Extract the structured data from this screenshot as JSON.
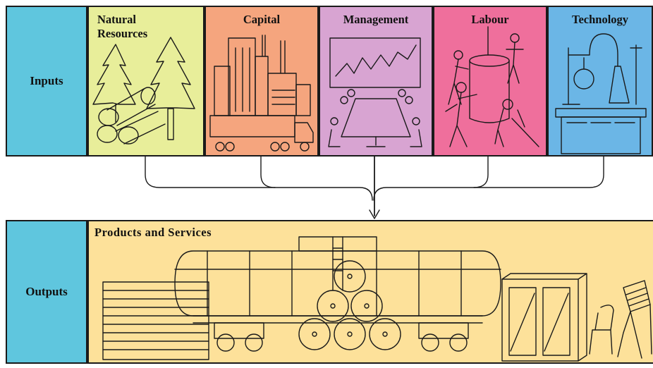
{
  "inputs": {
    "label": "Inputs",
    "items": [
      {
        "title": "Natural Resources",
        "color": "#e8ee9a",
        "icon": "trees-and-logs"
      },
      {
        "title": "Capital",
        "color": "#f5a57e",
        "icon": "factory-and-truck"
      },
      {
        "title": "Management",
        "color": "#d8a4d2",
        "icon": "meeting-with-chart"
      },
      {
        "title": "Labour",
        "color": "#ef6f9c",
        "icon": "workers-at-tank"
      },
      {
        "title": "Technology",
        "color": "#6bb6e6",
        "icon": "lab-equipment"
      }
    ]
  },
  "outputs": {
    "label": "Outputs",
    "title": "Products and Services",
    "color": "#fde19a",
    "icon": "goods-and-tank-wagon"
  },
  "colors": {
    "side_label_bg": "#5fc6de",
    "outline": "#1a1a1a"
  }
}
